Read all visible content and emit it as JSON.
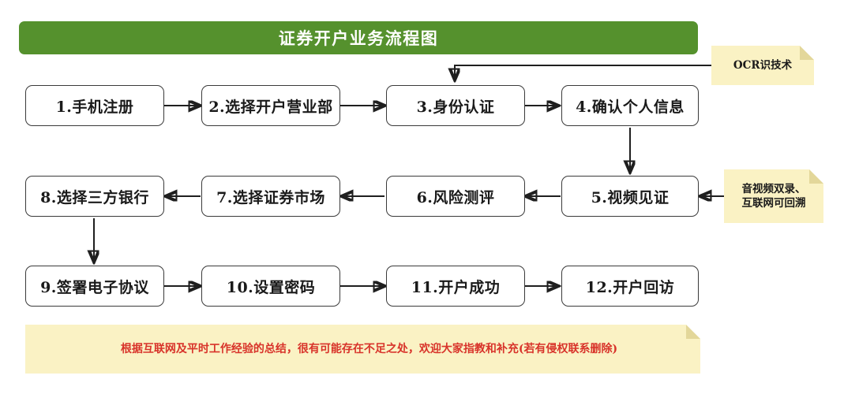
{
  "header": {
    "title": "证券开户业务流程图",
    "bg_color": "#55912d",
    "text_color": "#ffffff"
  },
  "flow": {
    "nodes": [
      {
        "id": "n1",
        "label": "1.手机注册"
      },
      {
        "id": "n2",
        "label": "2.选择开户营业部"
      },
      {
        "id": "n3",
        "label": "3.身份认证"
      },
      {
        "id": "n4",
        "label": "4.确认个人信息"
      },
      {
        "id": "n5",
        "label": "5.视频见证"
      },
      {
        "id": "n6",
        "label": "6.风险测评"
      },
      {
        "id": "n7",
        "label": "7.选择证券市场"
      },
      {
        "id": "n8",
        "label": "8.选择三方银行"
      },
      {
        "id": "n9",
        "label": "9.签署电子协议"
      },
      {
        "id": "n10",
        "label": "10.设置密码"
      },
      {
        "id": "n11",
        "label": "11.开户成功"
      },
      {
        "id": "n12",
        "label": "12.开户回访"
      }
    ],
    "edges": [
      {
        "from": "n1",
        "to": "n2"
      },
      {
        "from": "n2",
        "to": "n3"
      },
      {
        "from": "n3",
        "to": "n4"
      },
      {
        "from": "n4",
        "to": "n5"
      },
      {
        "from": "n5",
        "to": "n6"
      },
      {
        "from": "n6",
        "to": "n7"
      },
      {
        "from": "n7",
        "to": "n8"
      },
      {
        "from": "n8",
        "to": "n9"
      },
      {
        "from": "n9",
        "to": "n10"
      },
      {
        "from": "n10",
        "to": "n11"
      },
      {
        "from": "n11",
        "to": "n12"
      },
      {
        "from": "note_ocr",
        "to": "n3"
      },
      {
        "from": "note_av",
        "to": "n5"
      }
    ]
  },
  "notes": {
    "ocr": {
      "text": "OCR识技术",
      "bg_color": "#faf2c4",
      "text_color": "#1a1a1a"
    },
    "audio_video": {
      "line1": "音视频双录、",
      "line2": "互联网可回溯",
      "bg_color": "#faf2c4",
      "text_color": "#1a1a1a"
    },
    "footnote": {
      "text": "根据互联网及平时工作经验的总结，很有可能存在不足之处，欢迎大家指教和补充(若有侵权联系删除)",
      "bg_color": "#faf2c4",
      "text_color": "#d8332a"
    }
  }
}
